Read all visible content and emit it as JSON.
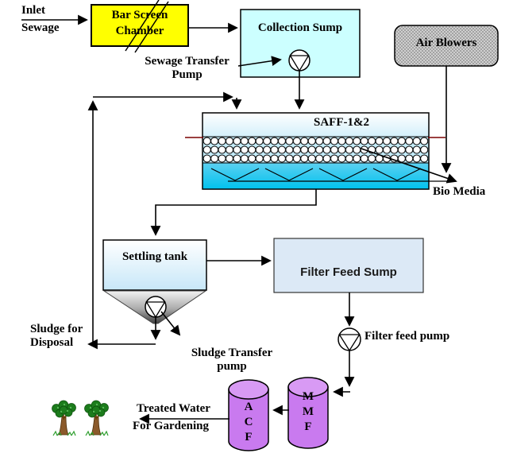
{
  "nodes": {
    "bar_screen_chamber": {
      "label": "Bar Screen\nChamber",
      "fill": "#FFFF00"
    },
    "collection_sump": {
      "label": "Collection Sump",
      "fill": "#CCFFFF"
    },
    "air_blowers": {
      "label": "Air Blowers",
      "fill": "#D9D9D9"
    },
    "saff": {
      "label": "SAFF-1&2",
      "top_fill": "#FFFFFF",
      "mid_fill": "#AFE6F6",
      "bottom_fill": "#00C2EE"
    },
    "settling_tank": {
      "label": "Settling tank",
      "top_fill": "#FFFFFF",
      "bottom_fill": "#C7E7F8"
    },
    "filter_feed_sump": {
      "label": "Filter Feed Sump",
      "fill": "#DCE9F6"
    },
    "mmf_filter": {
      "label": "M\nM\nF",
      "body_fill": "#C97AEF",
      "top_fill": "#D89AF4"
    },
    "acf_filter": {
      "label": "A\nC\nF",
      "body_fill": "#C97AEF",
      "top_fill": "#D89AF4"
    }
  },
  "labels": {
    "inlet_sewage": "Inlet\nSewage",
    "sewage_transfer_pump": "Sewage Transfer\nPump",
    "bio_media": "Bio Media",
    "sludge_for_disposal": "Sludge for\nDisposal",
    "sludge_transfer_pump": "Sludge Transfer\npump",
    "filter_feed_pump": "Filter feed pump",
    "treated_water": "Treated Water",
    "for_gardening": "For Gardening"
  },
  "colors": {
    "line": "#000000",
    "media_level_marker": "#7A0000",
    "media_circle_fill": "#FFFFFF",
    "media_band_bg": "#C5ECF9",
    "tree_foliage": "#1C7C1C",
    "tree_trunk": "#8B5A2B"
  }
}
